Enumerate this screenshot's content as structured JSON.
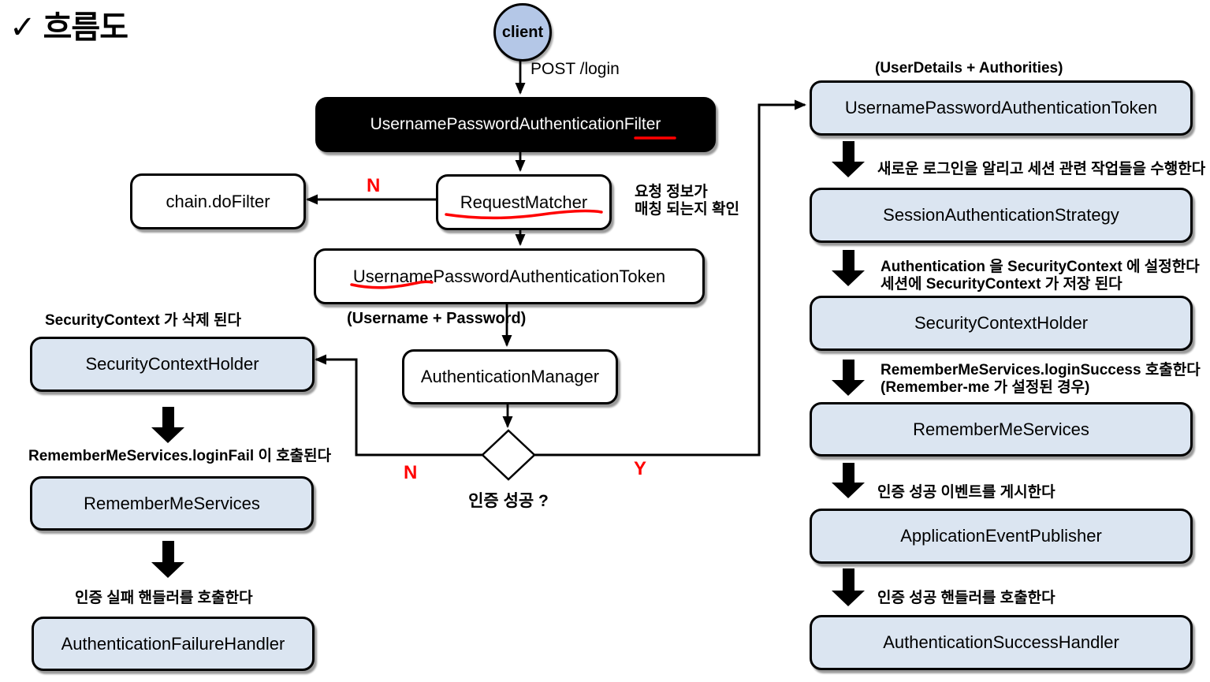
{
  "title": "✓ 흐름도",
  "colors": {
    "box_fill_blue": "#dbe5f1",
    "client_fill": "#b4c7e7",
    "accent_red": "#ff0000",
    "line_black": "#000000"
  },
  "client": {
    "label": "client"
  },
  "edges": {
    "post_login": "POST /login",
    "n_matcher": "N",
    "n_decision": "N",
    "y_decision": "Y"
  },
  "decision": {
    "question": "인증 성공 ?"
  },
  "nodes": {
    "filter": {
      "label": "UsernamePasswordAuthenticationFilter"
    },
    "chain_do_filter": {
      "label": "chain.doFilter"
    },
    "request_matcher": {
      "label": "RequestMatcher"
    },
    "token_mid": {
      "label": "UsernamePasswordAuthenticationToken"
    },
    "auth_manager": {
      "label": "AuthenticationManager"
    },
    "sch_left": {
      "label": "SecurityContextHolder"
    },
    "rms_left": {
      "label": "RememberMeServices"
    },
    "failure_handler": {
      "label": "AuthenticationFailureHandler"
    },
    "token_right": {
      "label": "UsernamePasswordAuthenticationToken"
    },
    "session_strategy": {
      "label": "SessionAuthenticationStrategy"
    },
    "sch_right": {
      "label": "SecurityContextHolder"
    },
    "rms_right": {
      "label": "RememberMeServices"
    },
    "event_publisher": {
      "label": "ApplicationEventPublisher"
    },
    "success_handler": {
      "label": "AuthenticationSuccessHandler"
    }
  },
  "annotations": {
    "request_match_check": "요청 정보가\n매칭 되는지 확인",
    "username_password": "(Username + Password)",
    "sc_deleted": "SecurityContext 가 삭제 된다",
    "rms_login_fail": "RememberMeServices.loginFail 이 호출된다",
    "call_failure_handler": "인증 실패 핸들러를 호출한다",
    "userdetails_authorities": "(UserDetails + Authorities)",
    "session_tasks": "새로운 로그인을 알리고 세션 관련 작업들을 수행한다",
    "set_security_context": "Authentication 을 SecurityContext 에 설정한다\n세션에 SecurityContext 가 저장 된다",
    "rms_login_success": "RememberMeServices.loginSuccess 호출한다\n(Remember-me 가 설정된 경우)",
    "publish_event": "인증 성공 이벤트를 게시한다",
    "call_success_handler": "인증 성공 핸들러를 호출한다"
  }
}
